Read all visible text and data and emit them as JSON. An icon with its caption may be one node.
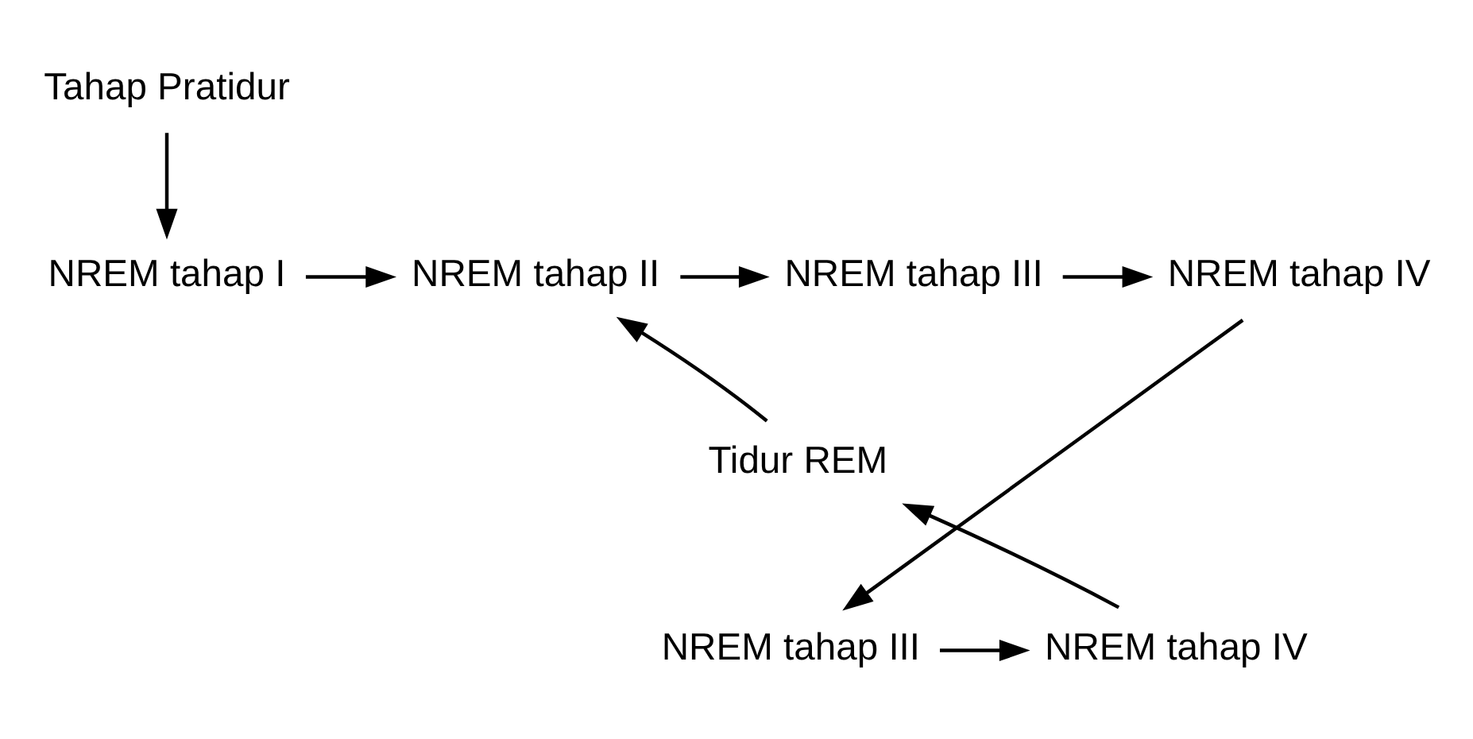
{
  "diagram": {
    "nodes": [
      {
        "text": [
          "Tahap Pratidur"
        ]
      },
      {
        "text": [
          "NREM tahap I"
        ]
      },
      {
        "text": [
          "NREM tahap II"
        ]
      },
      {
        "text": [
          "NREM tahap III"
        ]
      },
      {
        "text": [
          "NREM tahap IV"
        ]
      },
      {
        "text": [
          "Tidur REM"
        ]
      },
      {
        "text": [
          "NREM tahap IV"
        ]
      },
      {
        "text": [
          "NREM tahap III"
        ]
      }
    ],
    "edges": [
      {
        "from": 0,
        "to": 1,
        "arrow": "to"
      },
      {
        "from": 1,
        "to": 2,
        "arrow": "to"
      },
      {
        "from": 2,
        "to": 3,
        "arrow": "to"
      },
      {
        "from": 3,
        "to": 4,
        "arrow": "to"
      },
      {
        "from": 4,
        "to": 7,
        "arrow": "to"
      },
      {
        "from": 7,
        "to": 6,
        "arrow": "to"
      },
      {
        "from": 6,
        "to": 5,
        "arrow": "to"
      },
      {
        "from": 5,
        "to": 2,
        "arrow": "to"
      }
    ]
  }
}
